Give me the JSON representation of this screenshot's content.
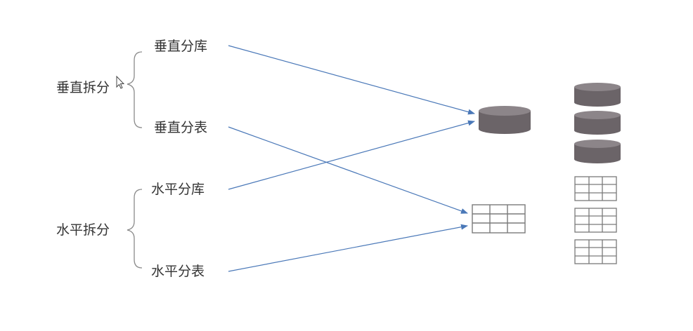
{
  "groups": [
    {
      "label": "垂直拆分",
      "items": [
        "垂直分库",
        "垂直分表"
      ]
    },
    {
      "label": "水平拆分",
      "items": [
        "水平分库",
        "水平分表"
      ]
    }
  ],
  "colors": {
    "arrow": "#4a78b8",
    "database_body": "#6b6468",
    "database_top": "#8c8589",
    "table_stroke": "#7a7a7a",
    "bracket": "#8a8a8a",
    "text": "#333333"
  },
  "icons": {
    "database": "database-icon",
    "table": "table-icon",
    "cursor": "mouse-cursor-icon"
  }
}
